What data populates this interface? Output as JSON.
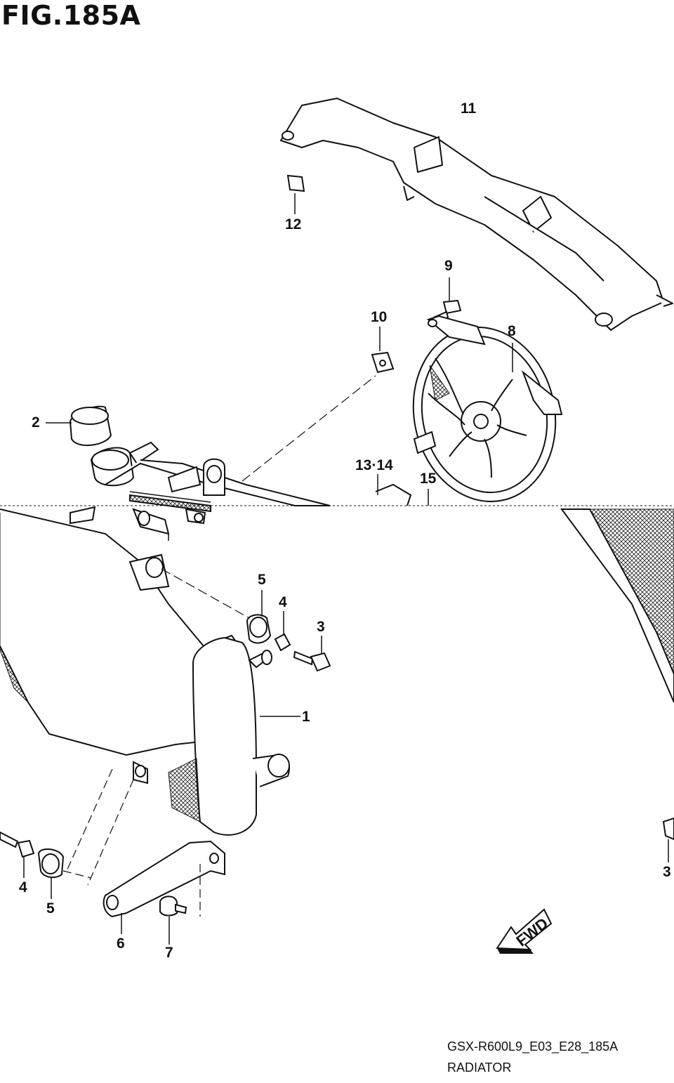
{
  "figure": {
    "title": "FIG.185A",
    "code": "GSX-R600L9_E03_E28_185A",
    "caption": "RADIATOR"
  },
  "fwd_label": "FWD",
  "callouts": [
    {
      "id": "p11",
      "text": "11"
    },
    {
      "id": "p12",
      "text": "12"
    },
    {
      "id": "p9",
      "text": "9"
    },
    {
      "id": "p10",
      "text": "10"
    },
    {
      "id": "p8",
      "text": "8"
    },
    {
      "id": "p2",
      "text": "2"
    },
    {
      "id": "p13_14",
      "text": "13·14"
    },
    {
      "id": "p15",
      "text": "15"
    },
    {
      "id": "p5a",
      "text": "5"
    },
    {
      "id": "p4a",
      "text": "4"
    },
    {
      "id": "p3a",
      "text": "3"
    },
    {
      "id": "p1",
      "text": "1"
    },
    {
      "id": "p4b",
      "text": "4"
    },
    {
      "id": "p5b",
      "text": "5"
    },
    {
      "id": "p6",
      "text": "6"
    },
    {
      "id": "p7",
      "text": "7"
    },
    {
      "id": "p3b",
      "text": "3"
    }
  ],
  "colors": {
    "line": "#111111",
    "background": "#ffffff"
  }
}
